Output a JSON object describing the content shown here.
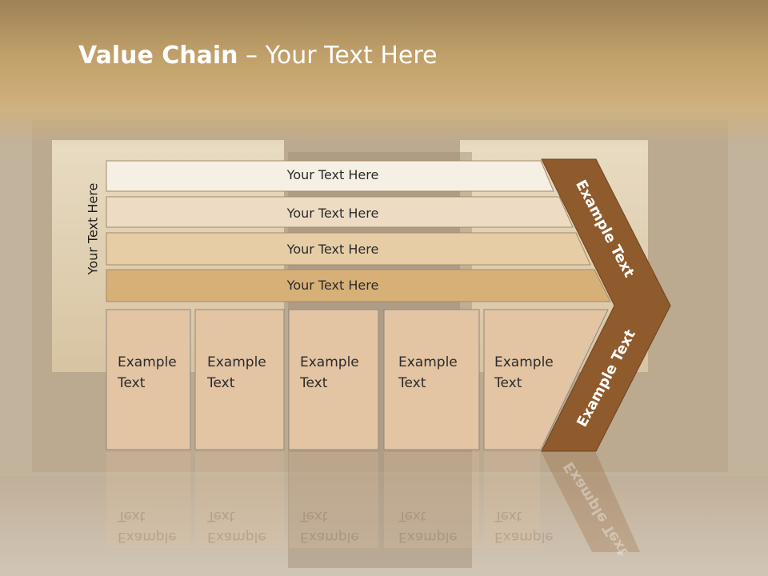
{
  "slide": {
    "title_bold": "Value Chain",
    "title_rest": " – Your Text Here",
    "vertical_label": "Your Text Here"
  },
  "bands": [
    {
      "label": "Your Text Here"
    },
    {
      "label": "Your Text Here"
    },
    {
      "label": "Your Text Here"
    },
    {
      "label": "Your Text Here"
    }
  ],
  "boxes": [
    {
      "line1": "Example",
      "line2": "Text"
    },
    {
      "line1": "Example",
      "line2": "Text"
    },
    {
      "line1": "Example",
      "line2": "Text"
    },
    {
      "line1": "Example",
      "line2": "Text"
    },
    {
      "line1": "Example",
      "line2": "Text"
    }
  ],
  "arrow": {
    "upper_label": "Example Text",
    "lower_label": "Example Text"
  },
  "colors": {
    "band_1": "#f5efe4",
    "band_2": "#eddcc3",
    "band_3": "#e6cda6",
    "band_4": "#d7b078",
    "box_fill": "#e3c4a3",
    "arrow": "#8f5a2c",
    "title": "#ffffff"
  }
}
